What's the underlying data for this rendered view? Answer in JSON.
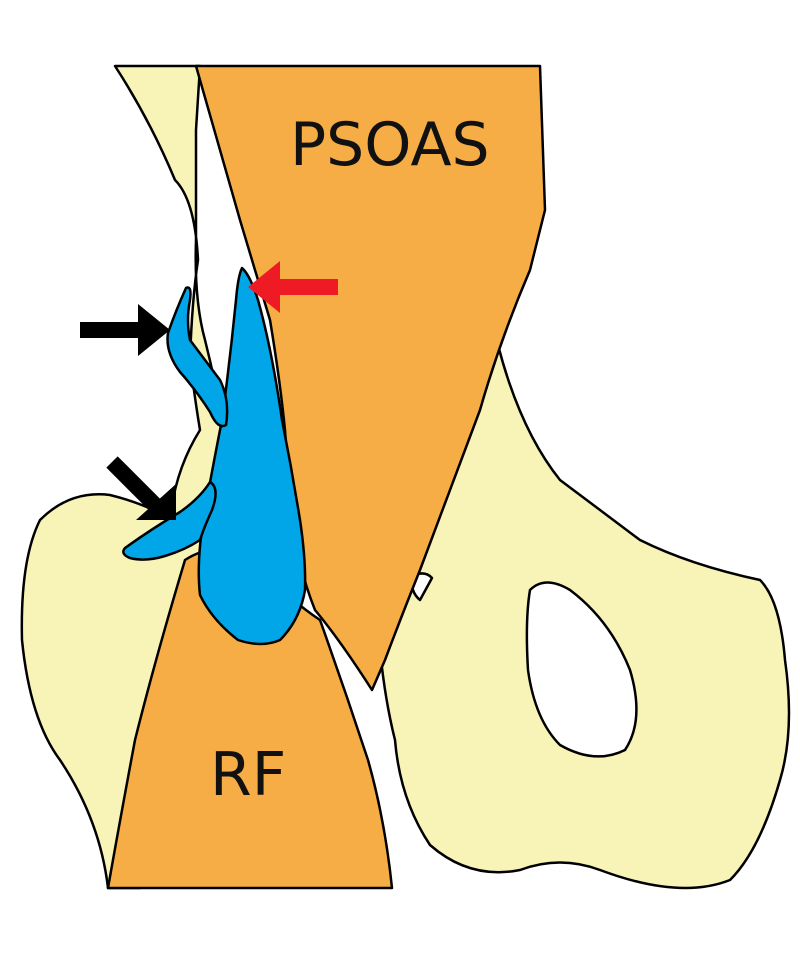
{
  "labels": {
    "psoas": "PSOAS",
    "rf": "RF"
  },
  "colors": {
    "bone": "#f8f4b8",
    "muscle": "#f7ad45",
    "highlight": "#00a6e8",
    "arrow_black": "#000000",
    "arrow_red": "#ef1b24",
    "outline": "#000000"
  },
  "arrows": [
    {
      "color": "black",
      "direction": "right",
      "name": "upper-black-arrow"
    },
    {
      "color": "black",
      "direction": "down-right",
      "name": "lower-black-arrow"
    },
    {
      "color": "red",
      "direction": "left",
      "name": "red-arrow"
    }
  ]
}
